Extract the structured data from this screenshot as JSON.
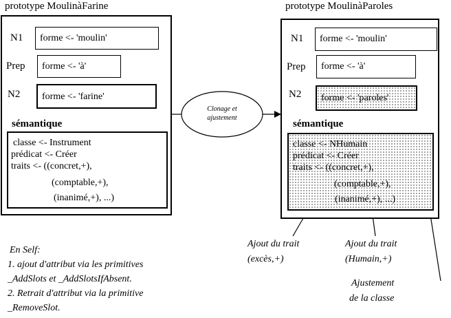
{
  "left_prototype": {
    "title": "prototype MoulinàFarine",
    "slots": [
      {
        "label": "N1",
        "value": "forme <- 'moulin'"
      },
      {
        "label": "Prep",
        "value": "forme <- 'à'"
      },
      {
        "label": "N2",
        "value": "forme <- 'farine'"
      }
    ],
    "semantics_label": "sémantique",
    "semantics_lines": [
      "classe <- Instrument",
      "prédicat <- Créer",
      "traits <- ((concret,+),",
      "(comptable,+),",
      "(inanimé,+), ...)"
    ]
  },
  "right_prototype": {
    "title": "prototype MoulinàParoles",
    "slots": [
      {
        "label": "N1",
        "value": "forme <- 'moulin'"
      },
      {
        "label": "Prep",
        "value": "forme <- 'à'"
      },
      {
        "label": "N2",
        "value": "forme <- 'paroles'"
      }
    ],
    "semantics_label": "sémantique",
    "semantics_lines": [
      "classe <- NHumain",
      "prédicat <- Créer",
      "traits <- ((concret,+),",
      "(comptable,+),",
      "(inanimé,+), ...)"
    ]
  },
  "transform": {
    "line1": "Clonage et",
    "line2": "ajustement"
  },
  "notes": {
    "self_lines": [
      "En  Self:",
      "1. ajout d'attribut via les primitives",
      "_AddSlots et _AddSlotsIfAbsent.",
      "2. Retrait d'attribut via la primitive",
      "_RemoveSlot."
    ],
    "annotation_exces": [
      "Ajout  du trait",
      "(excès,+)"
    ],
    "annotation_humain": [
      "Ajout du trait",
      "(Humain,+)"
    ],
    "annotation_classe": [
      "Ajustement",
      "de la classe"
    ]
  }
}
